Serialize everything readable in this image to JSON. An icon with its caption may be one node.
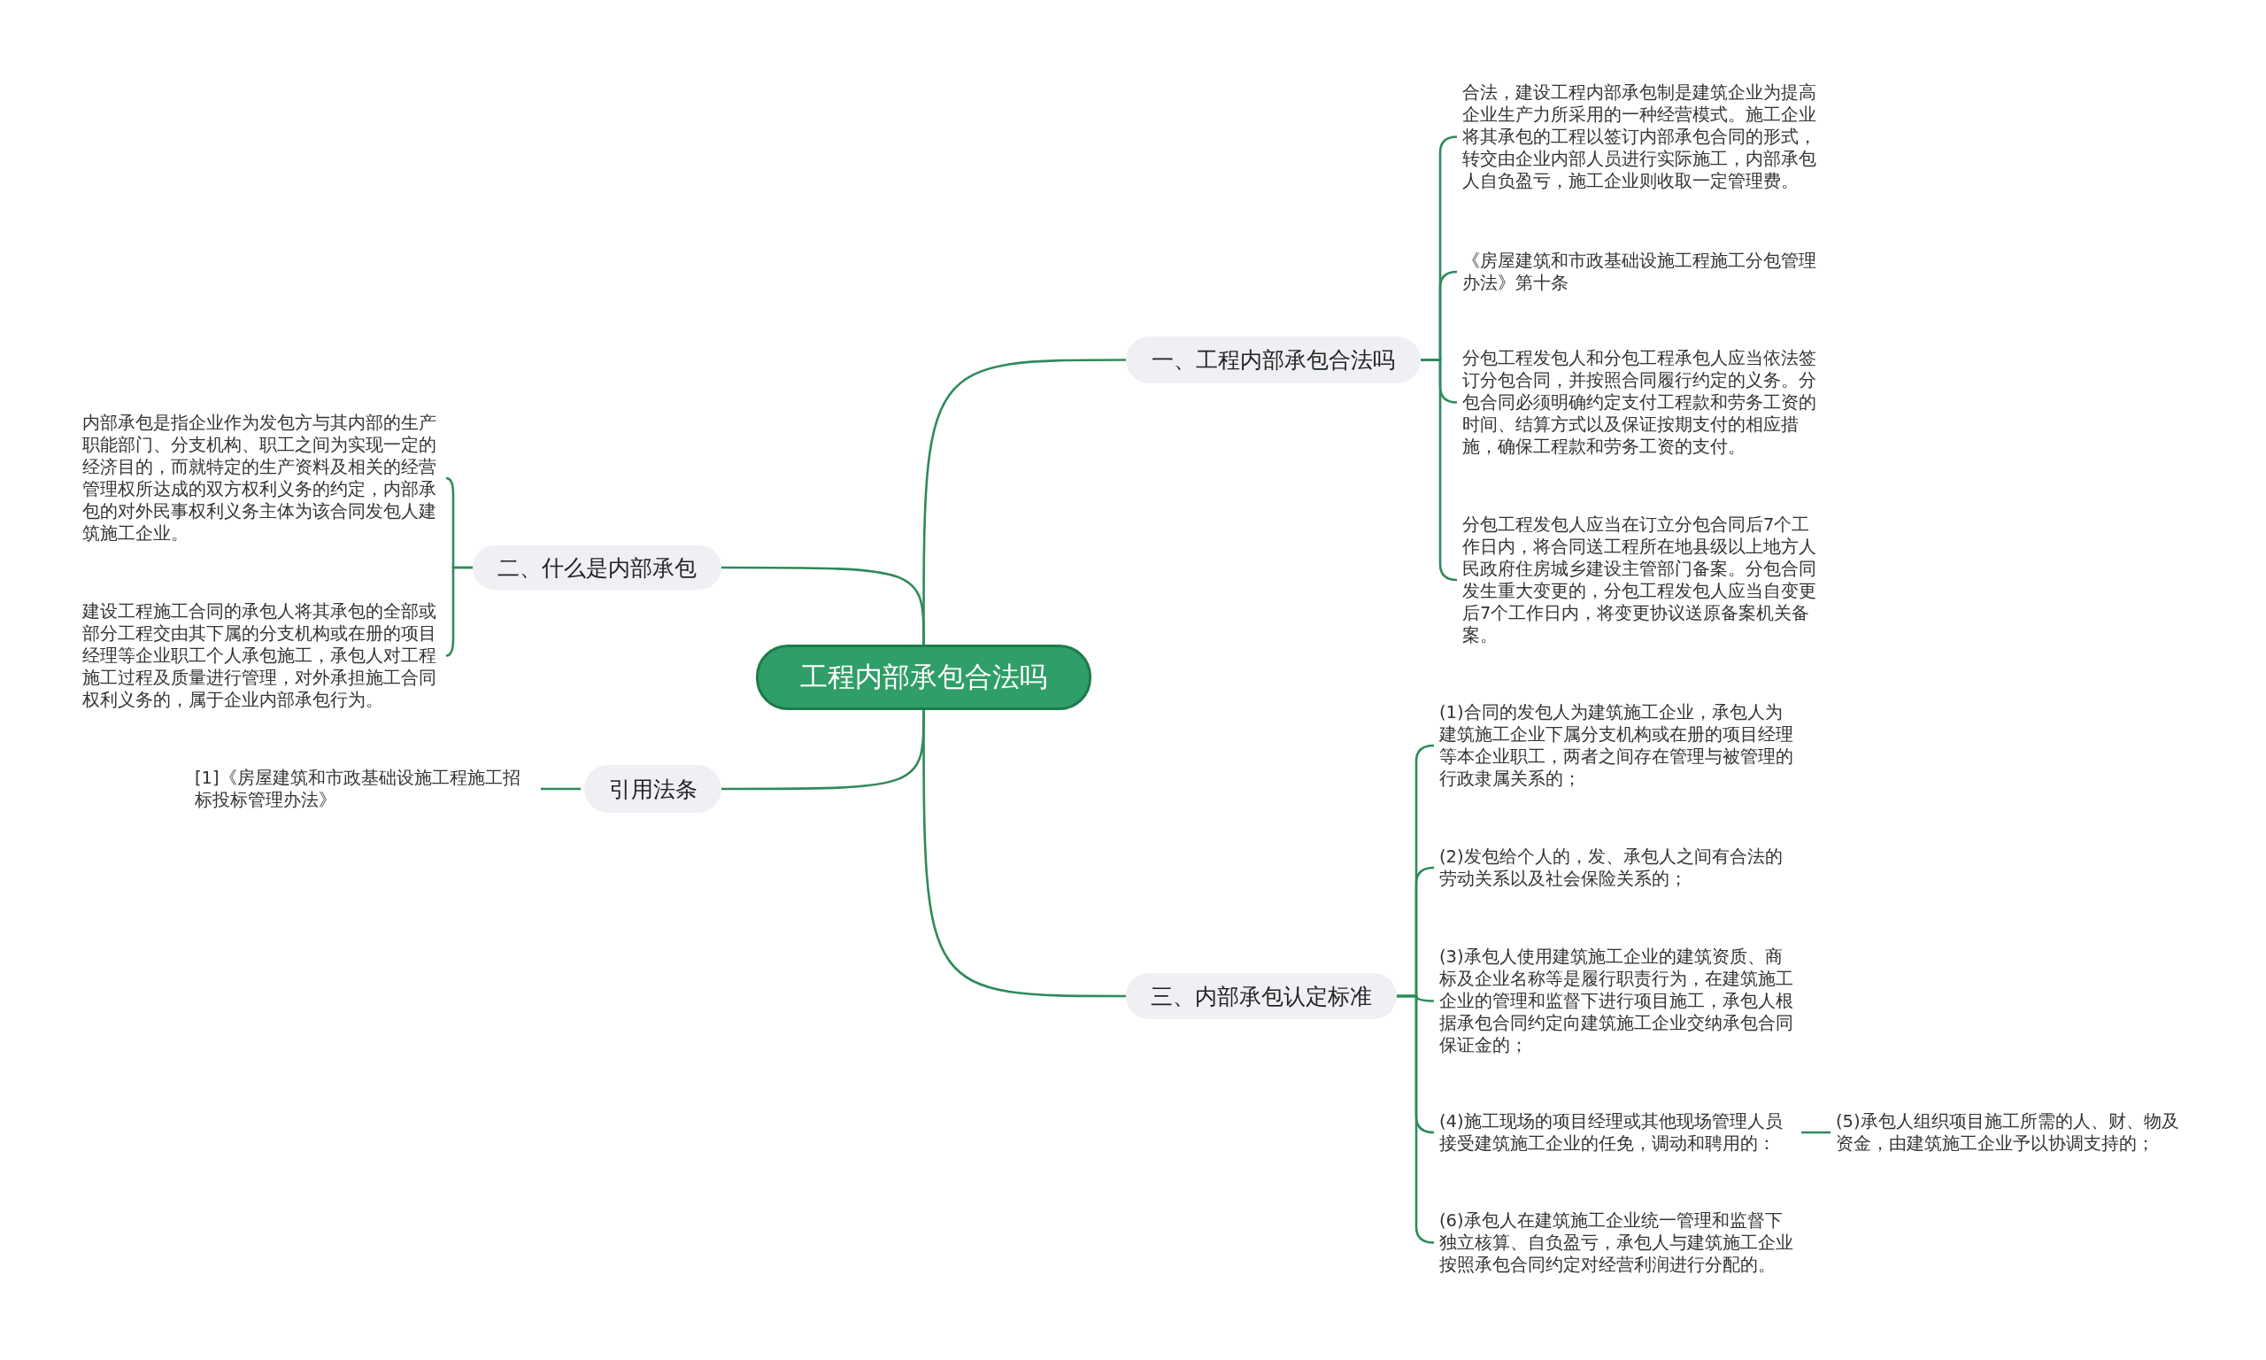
{
  "diagram": {
    "nodes": [
      {
        "text": [
          "工程内部承包合法吗"
        ]
      },
      {
        "text": [
          "一、工程内部承包合法吗"
        ]
      },
      {
        "text": [
          "合法，建设工程内部承包制是建筑企业为提高企业生产力所采用的一种经营模式。施工企业将其承包的工程以签订内部承包合同的形式，转交由企业内部人员进行实际施工，内部承包人自负盈亏，施工企业则收取一定管理费。"
        ]
      },
      {
        "text": [
          "《房屋建筑和市政基础设施工程施工分包管理办法》第十条"
        ]
      },
      {
        "text": [
          "分包工程发包人和分包工程承包人应当依法签订分包合同，并按照合同履行约定的义务。分包合同必须明确约定支付工程款和劳务工资的时间、结算方式以及保证按期支付的相应措施，确保工程款和劳务工资的支付。"
        ]
      },
      {
        "text": [
          "分包工程发包人应当在订立分包合同后7个工作日内，将合同送工程所在地县级以上地方人民政府住房城乡建设主管部门备案。分包合同发生重大变更的，分包工程发包人应当自变更后7个工作日内，将变更协议送原备案机关备案。"
        ]
      },
      {
        "text": [
          "二、什么是内部承包"
        ]
      },
      {
        "text": [
          "内部承包是指企业作为发包方与其内部的生产职能部门、分支机构、职工之间为实现一定的经济目的，而就特定的生产资料及相关的经营管理权所达成的双方权利义务的约定，内部承包的对外民事权利义务主体为该合同发包人建筑施工企业。"
        ]
      },
      {
        "text": [
          "建设工程施工合同的承包人将其承包的全部或部分工程交由其下属的分支机构或在册的项目经理等企业职工个人承包施工，承包人对工程施工过程及质量进行管理，对外承担施工合同权利义务的，属于企业内部承包行为。"
        ]
      },
      {
        "text": [
          "引用法条"
        ]
      },
      {
        "text": [
          "[1]《房屋建筑和市政基础设施工程施工招标投标管理办法》"
        ]
      },
      {
        "text": [
          "三、内部承包认定标准"
        ]
      },
      {
        "text": [
          "(1)合同的发包人为建筑施工企业，承包人为建筑施工企业下属分支机构或在册的项目经理等本企业职工，两者之间存在管理与被管理的行政隶属关系的；"
        ]
      },
      {
        "text": [
          "(2)发包给个人的，发、承包人之间有合法的劳动关系以及社会保险关系的；"
        ]
      },
      {
        "text": [
          "(3)承包人使用建筑施工企业的建筑资质、商标及企业名称等是履行职责行为，在建筑施工企业的管理和监督下进行项目施工，承包人根据承包合同约定向建筑施工企业交纳承包合同保证金的；"
        ]
      },
      {
        "text": [
          "(4)施工现场的项目经理或其他现场管理人员接受建筑施工企业的任免，调动和聘用的："
        ]
      },
      {
        "text": [
          "(5)承包人组织项目施工所需的人、财、物及资金，由建筑施工企业予以协调支持的；"
        ]
      },
      {
        "text": [
          "(6)承包人在建筑施工企业统一管理和监督下独立核算、自负盈亏，承包人与建筑施工企业按照承包合同约定对经营利润进行分配的。"
        ]
      }
    ],
    "edges": [
      {
        "from": 0,
        "to": 1,
        "arrow": "none"
      },
      {
        "from": 1,
        "to": 2,
        "arrow": "none"
      },
      {
        "from": 1,
        "to": 3,
        "arrow": "none"
      },
      {
        "from": 1,
        "to": 4,
        "arrow": "none"
      },
      {
        "from": 1,
        "to": 5,
        "arrow": "none"
      },
      {
        "from": 0,
        "to": 6,
        "arrow": "none"
      },
      {
        "from": 6,
        "to": 7,
        "arrow": "none"
      },
      {
        "from": 6,
        "to": 8,
        "arrow": "none"
      },
      {
        "from": 0,
        "to": 9,
        "arrow": "none"
      },
      {
        "from": 9,
        "to": 10,
        "arrow": "none"
      },
      {
        "from": 0,
        "to": 11,
        "arrow": "none"
      },
      {
        "from": 11,
        "to": 12,
        "arrow": "none"
      },
      {
        "from": 11,
        "to": 13,
        "arrow": "none"
      },
      {
        "from": 11,
        "to": 14,
        "arrow": "none"
      },
      {
        "from": 11,
        "to": 15,
        "arrow": "none"
      },
      {
        "from": 15,
        "to": 16,
        "arrow": "none"
      },
      {
        "from": 11,
        "to": 17,
        "arrow": "none"
      }
    ]
  }
}
